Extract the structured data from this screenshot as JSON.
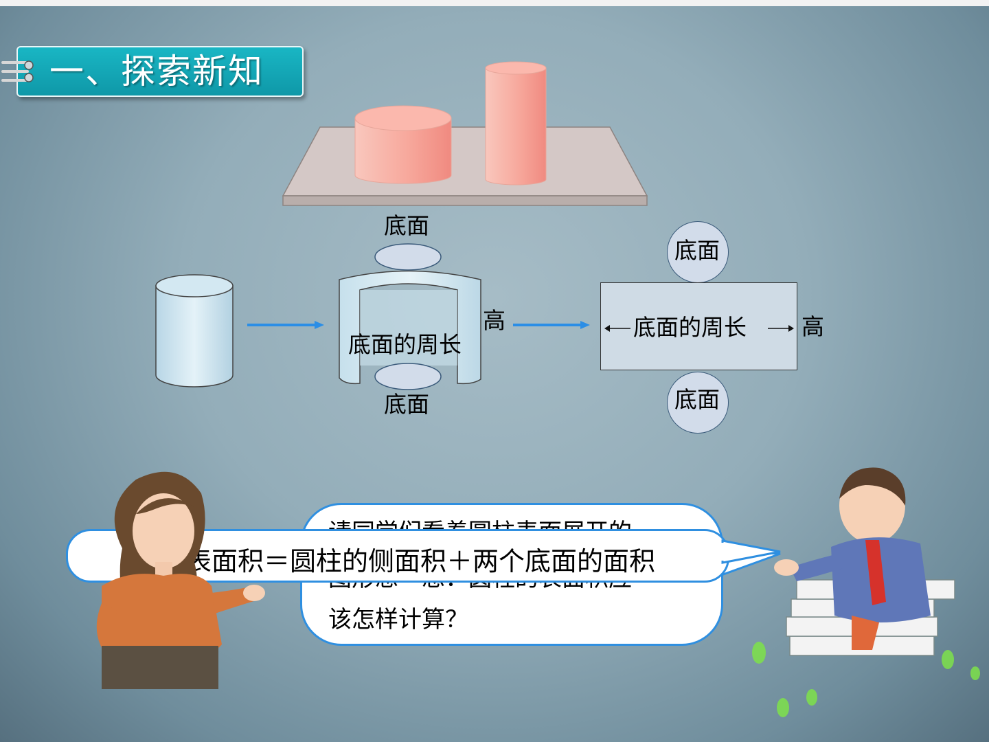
{
  "section": {
    "title": "一、探索新知"
  },
  "diagram": {
    "top_label": "底面",
    "bottom_label": "底面",
    "curved_label": "底面的周长",
    "height_label_middle": "高",
    "rect_label": "底面的周长",
    "height_label_right": "高",
    "circle_top_label": "底面",
    "circle_bottom_label": "底面"
  },
  "bubble": {
    "line1_partial": "请同学们看着圆柱表面展开的",
    "line2_partial": "图形想一想：圆柱的表面积应",
    "line3": "该怎样计算？"
  },
  "formula": "表面积＝圆柱的侧面积＋两个底面的面积",
  "colors": {
    "title_bg": "#19b6c4",
    "bubble_border": "#2f8fe0",
    "arrow": "#2b8ee6",
    "cylinder_pink": "#f7a39a",
    "cylinder_blue": "#cde4ee"
  }
}
